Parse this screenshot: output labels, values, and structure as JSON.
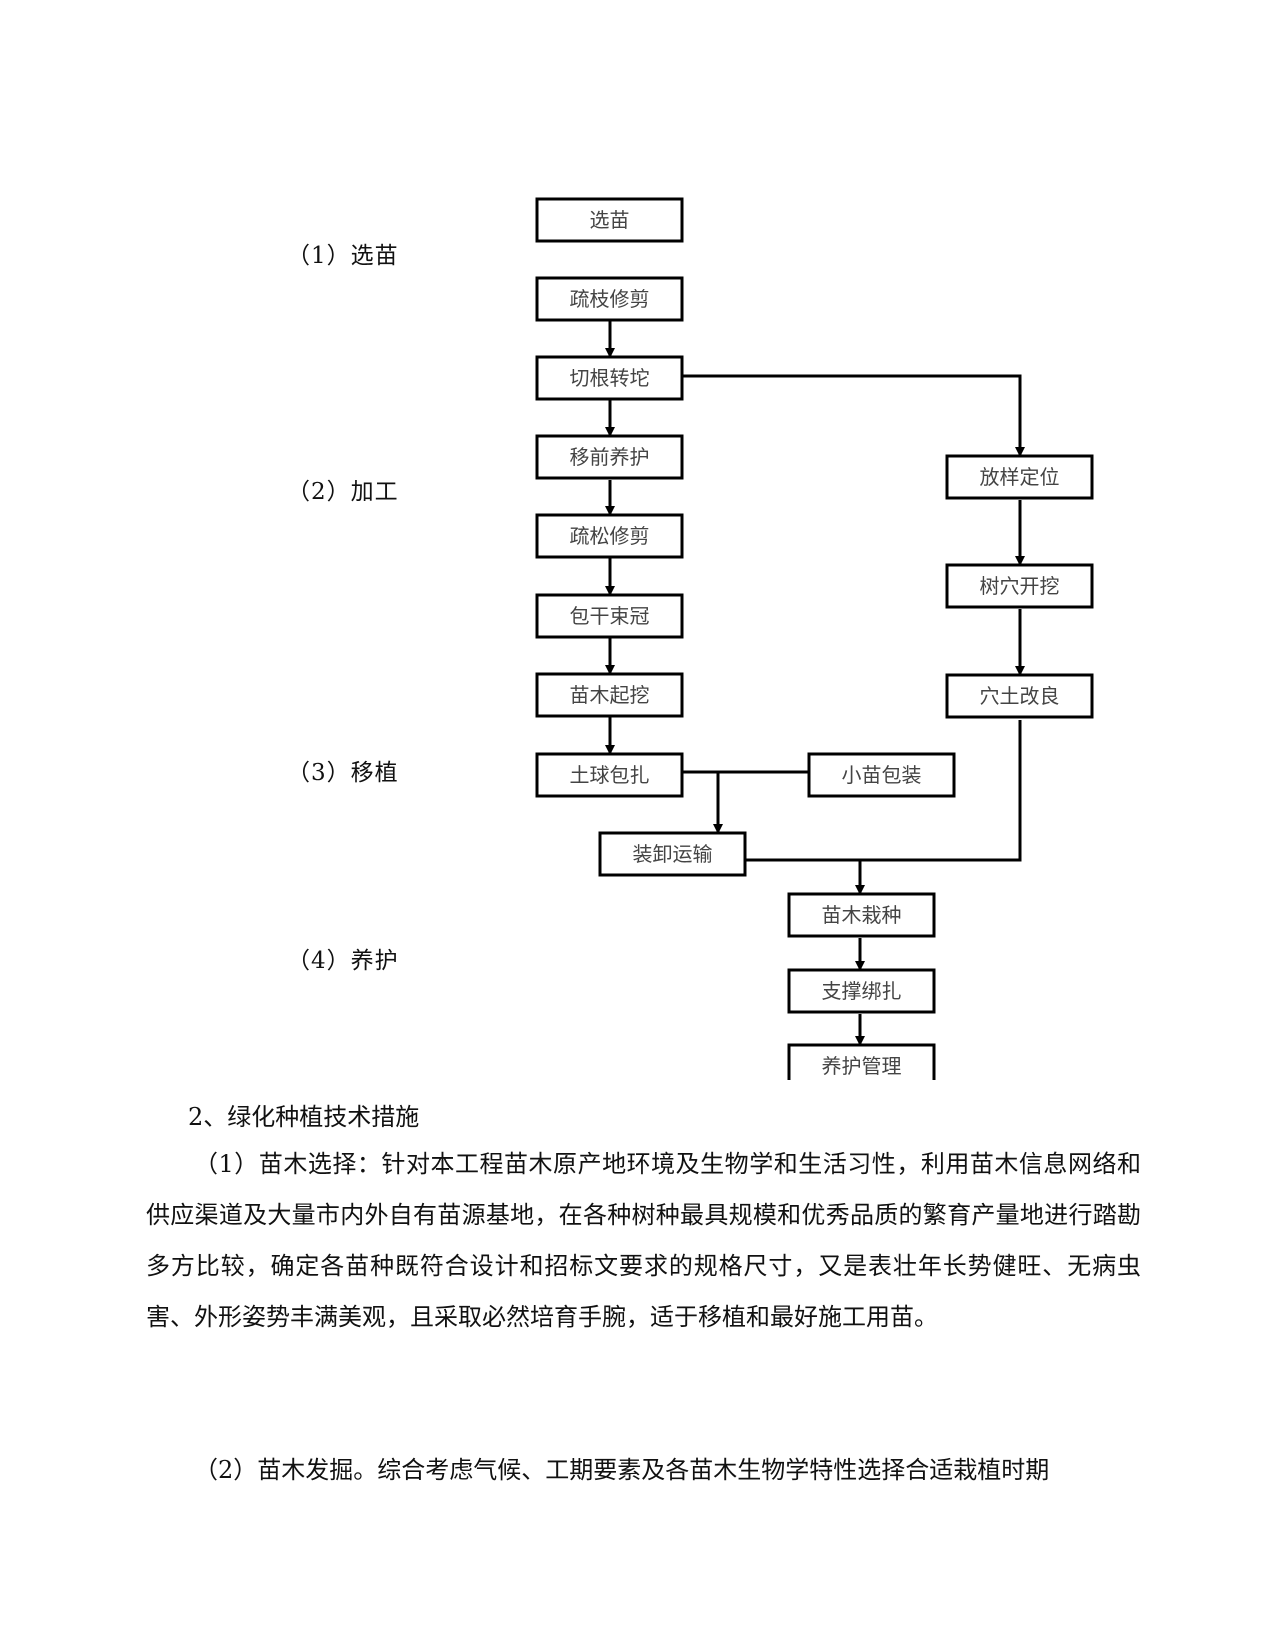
{
  "stages": [
    {
      "label": "（1）选苗"
    },
    {
      "label": "（2）加工"
    },
    {
      "label": "（3）移植"
    },
    {
      "label": "（4）养护"
    }
  ],
  "flow": {
    "select": "选苗",
    "thin_prune": "疏枝修剪",
    "root_cut": "切根转坨",
    "pre_care": "移前养护",
    "loose_prune": "疏松修剪",
    "wrap": "包干束冠",
    "dig": "苗木起挖",
    "ball": "土球包扎",
    "small_pack": "小苗包装",
    "transport": "装卸运输",
    "stake": "放样定位",
    "pit_dig": "树穴开挖",
    "soil": "穴土改良",
    "plant": "苗木栽种",
    "support": "支撑绑扎",
    "maintain": "养护管理"
  },
  "section": {
    "heading": "2、绿化种植技术措施",
    "para1": "（1）苗木选择：针对本工程苗木原产地环境及生物学和生活习性，利用苗木信息网络和供应渠道及大量市内外自有苗源基地，在各种树种最具规模和优秀品质的繁育产量地进行踏勘多方比较，确定各苗种既符合设计和招标文要求的规格尺寸，又是表壮年长势健旺、无病虫害、外形姿势丰满美观，且采取必然培育手腕，适于移植和最好施工用苗。",
    "para2": "（2）苗木发掘。综合考虑气候、工期要素及各苗木生物学特性选择合适栽植时期"
  }
}
